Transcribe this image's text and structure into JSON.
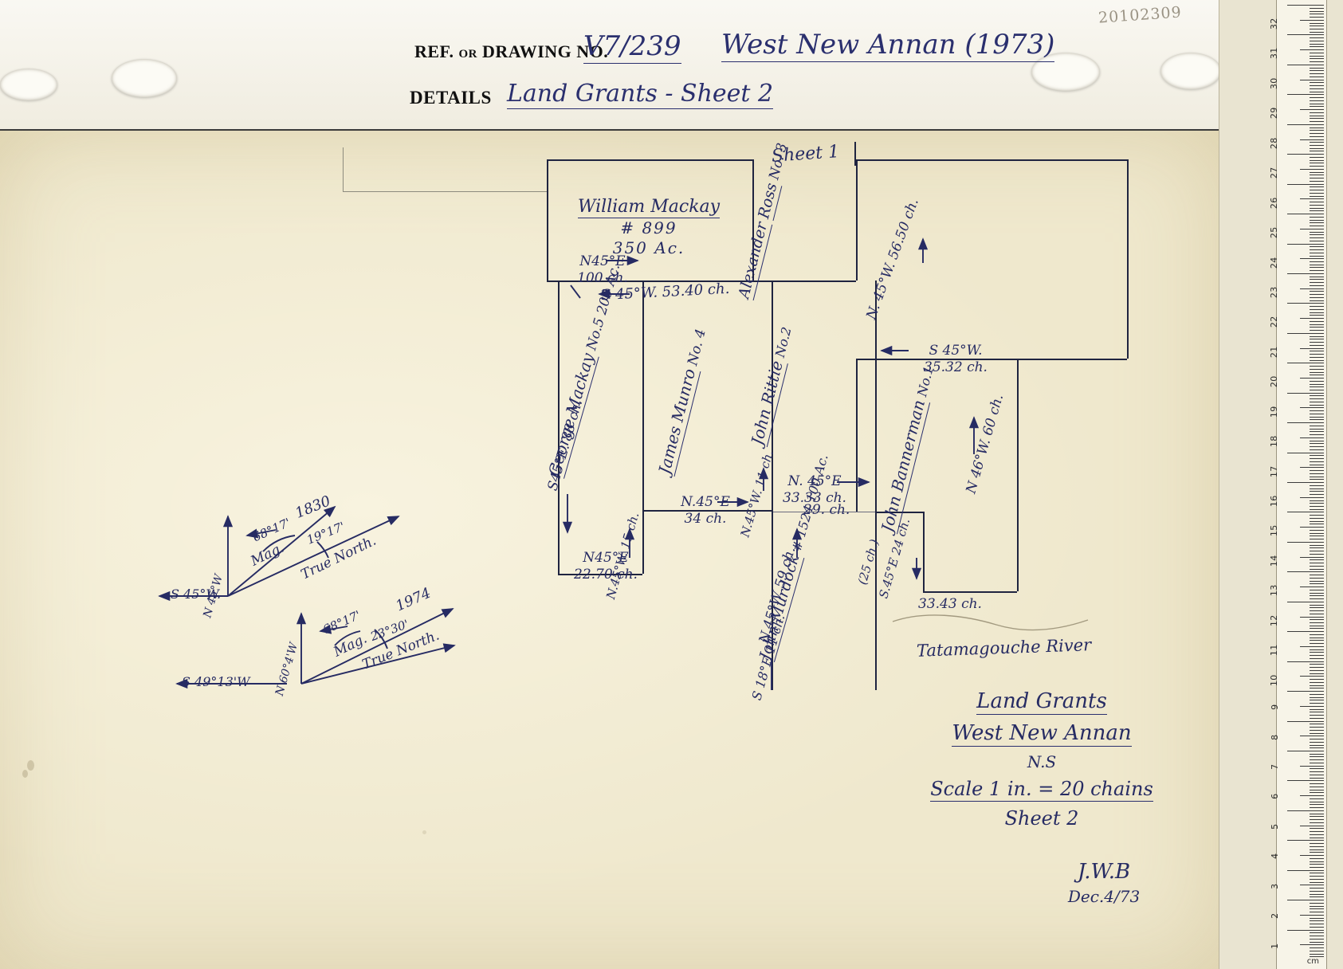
{
  "document": {
    "archive_number": "20102309",
    "header": {
      "ref_label": "REF. or DRAWING NO.",
      "ref_value": "V7/239",
      "title_value": "West New Annan (1973)",
      "details_label": "DETAILS",
      "details_value": "Land Grants  -   Sheet 2"
    },
    "legend": {
      "line1": "Land Grants",
      "line2": "West New Annan",
      "line3": "N.S",
      "line4": "Scale 1 in. = 20 chains",
      "line5": "Sheet 2",
      "signature": "J.W.B",
      "signature_date": "Dec.4/73"
    },
    "sheet_ref": "Sheet 1",
    "river": "Tatamagouche River"
  },
  "parcels": [
    {
      "id": "william-mackay",
      "name": "William Mackay",
      "grant": "# 899",
      "area": "350 Ac."
    },
    {
      "id": "alexander-ross",
      "name": "Alexander",
      "name2": "Ross",
      "number": "No. 3"
    },
    {
      "id": "george-mackay",
      "name": "George Mackay",
      "number": "No.5",
      "area": "200 Ac."
    },
    {
      "id": "james-munro",
      "name": "James Munro",
      "number": "No. 4"
    },
    {
      "id": "john-rittie",
      "name": "John Rittie",
      "number": "No.2"
    },
    {
      "id": "john-bannerman",
      "name": "John Bannerman",
      "number": "No.1"
    },
    {
      "id": "john-murdock",
      "name": "John Murdock",
      "grant": "# 1524",
      "area": "100 Ac."
    }
  ],
  "bearings": {
    "mackay_north": "N45°E",
    "mackay_north_dist": "100 ch.",
    "s45w_5340": "S 45°W. 53.40 ch.",
    "n45w_5650_b": "N. 45°W.",
    "n45w_5650_d": "56.50 ch.",
    "s45w_3532_b": "S 45°W.",
    "s45w_3532_d": "35.32 ch.",
    "n46w_60_b": "N 46°W.",
    "n46w_60_d": "60 ch.",
    "s45e_88": "S45°E.  88 ch.",
    "n45e_34_b": "N.45°E",
    "n45e_34_d": "34 ch.",
    "n45w_11_b": "N.45°W.",
    "n45w_11_d": "11 ch.",
    "n45e_3333_b": "N. 45°E",
    "n45e_3333_d": "33.33 ch.",
    "d29": "29. ch.",
    "n45w_59": "N.45°W  59 ch.",
    "paren25": "(25 ch.)",
    "s45e_24": "S.45°E  24 ch.",
    "d3343": "33.43 ch.",
    "n45e_2270_b": "N45°E",
    "n45e_2270_d": "22.70 ch.",
    "n45w_15_b": "N.45°W.",
    "n45w_15_d": "15 ch.",
    "s18e_11_b": "S 18°E",
    "s18e_11_d": "11 ch."
  },
  "declination": {
    "diagram1": {
      "base_bearing": "S 45°W.",
      "meridian": "N 45°W",
      "year": "1830",
      "angle_left": "68°17'",
      "angle_right": "19°17'",
      "mag_label": "Mag.",
      "true_label": "True North."
    },
    "diagram2": {
      "base_bearing": "S 49°13'W",
      "meridian": "N 60°4'W",
      "year": "1974",
      "angle_left": "68°17'",
      "angle_right": "23°30'",
      "mag_label": "Mag.",
      "true_label": "True North."
    }
  },
  "ruler": {
    "unit_label": "cm",
    "ticks": [
      32,
      31,
      30,
      29,
      28,
      27,
      26,
      25,
      24,
      23,
      22,
      21,
      20,
      19,
      18,
      17,
      16,
      15,
      14,
      13,
      12,
      11,
      10,
      9,
      8,
      7,
      6,
      5,
      4,
      3,
      2,
      1
    ]
  }
}
